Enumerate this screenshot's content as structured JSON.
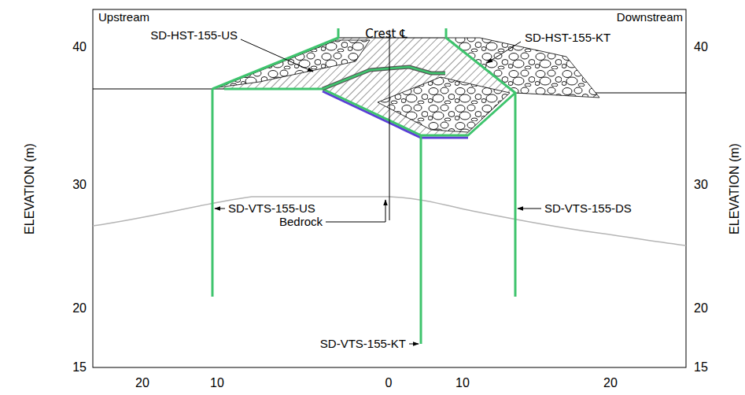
{
  "diagram": {
    "labels": [
      "Upstream",
      "Downstream",
      "Crest ℄",
      "SD-HST-155-US",
      "SD-HST-155-KT",
      "SD-VTS-155-US",
      "SD-VTS-155-DS",
      "SD-VTS-155-KT",
      "Bedrock",
      "40",
      "30",
      "20",
      "15",
      "40",
      "30",
      "20",
      "15",
      "ELEVATION (m)",
      "ELEVATION (m)",
      "20",
      "10",
      "0",
      "10",
      "20"
    ]
  }
}
